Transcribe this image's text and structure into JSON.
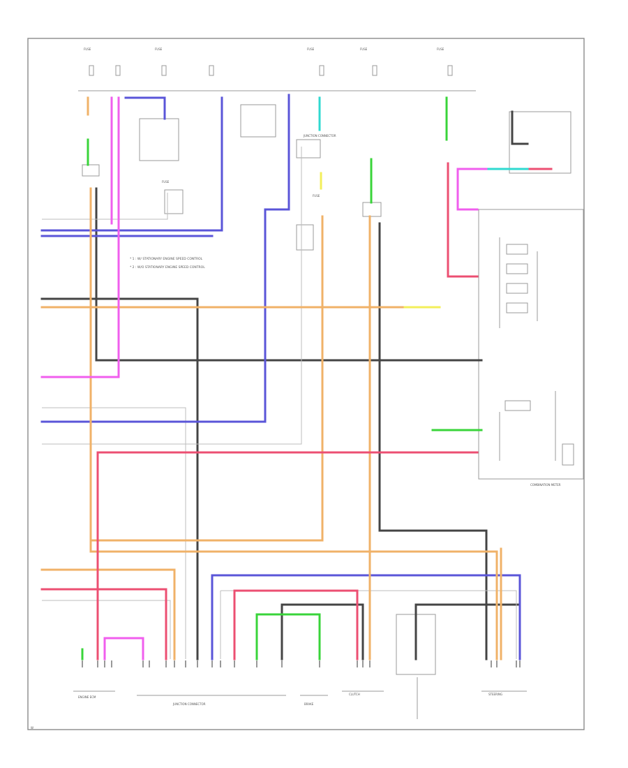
{
  "colors": {
    "black": "#444444",
    "gray": "#bdbdbd",
    "blue": "#5a55d8",
    "orange": "#f0b268",
    "pink": "#f05eee",
    "red": "#ec4f72",
    "green": "#39d43a",
    "cyan": "#2fd9d0",
    "yellow": "#f3ef5a",
    "frame": "#8a8a8a",
    "label": "#555555"
  },
  "labels": {
    "note_1": "* 1 : W/ STATIONARY ENGINE SPEED CONTROL",
    "note_2": "* 2 : W/O STATIONARY ENGINE SPEED CONTROL",
    "fuse_1": "FUSE",
    "fuse_2": "FUSE",
    "fuse_3": "FUSE",
    "fuse_4": "FUSE",
    "fuse_5": "FUSE",
    "fuse_6": "FUSE",
    "fuse_7": "FUSE",
    "combo_switch": "COMBINATION METER",
    "junction": "JUNCTION CONNECTOR",
    "bottom_1": "ENGINE ECM",
    "bottom_2": "JUNCTION CONNECTOR",
    "bottom_3": "BRAKE",
    "bottom_4": "CLUTCH",
    "bottom_5": "STEERING",
    "page_id": "W"
  }
}
